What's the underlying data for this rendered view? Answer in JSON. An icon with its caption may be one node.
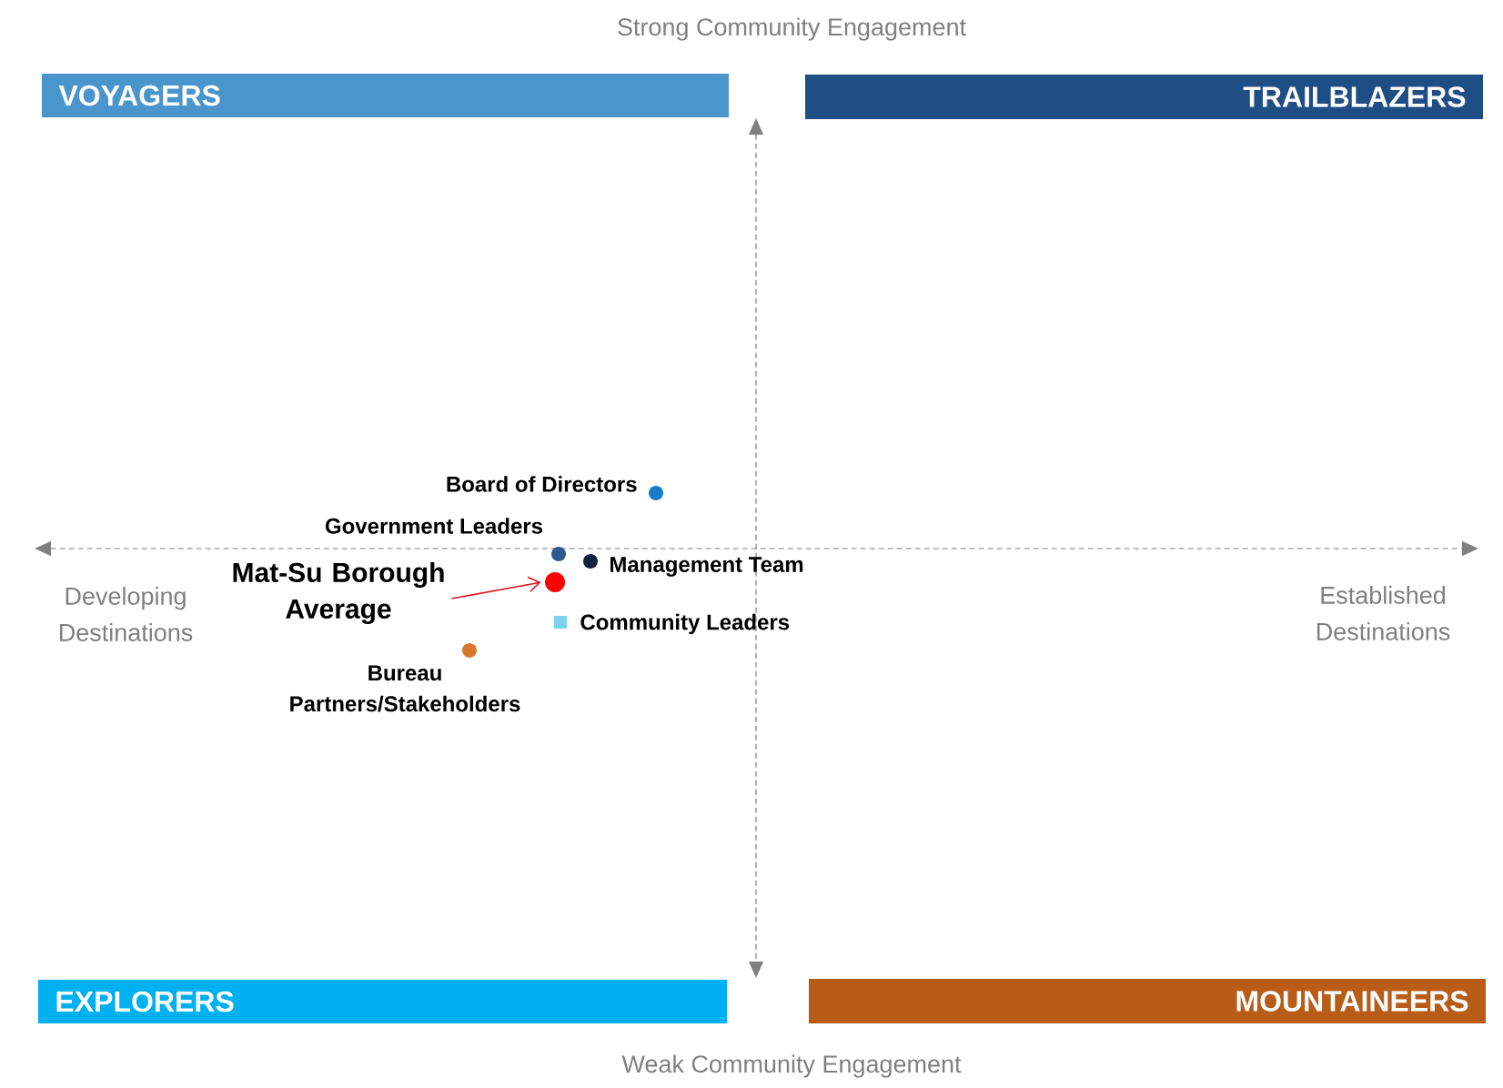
{
  "diagram": {
    "nodes": [
      {
        "text": [
          "VOYAGERS"
        ]
      },
      {
        "text": [
          "TRAILBLAZERS"
        ]
      },
      {
        "text": [
          "EXPLORERS"
        ]
      },
      {
        "text": [
          "MOUNTAINEERS"
        ]
      },
      {
        "text": [
          "Mat-Su Borough Average"
        ]
      },
      {
        "text": [],
        "shape": "circle"
      }
    ],
    "edges": [
      {
        "from": 4,
        "to": 5,
        "arrow": "to",
        "color": "#e0141e"
      }
    ],
    "labels": [
      "Strong Community Engagement",
      "Board of Directors",
      "Government Leaders",
      "Management Team",
      "Developing Destinations",
      "Established Destinations",
      "Community Leaders",
      "Bureau Partners/Stakeholders",
      "Weak Community Engagement"
    ]
  }
}
